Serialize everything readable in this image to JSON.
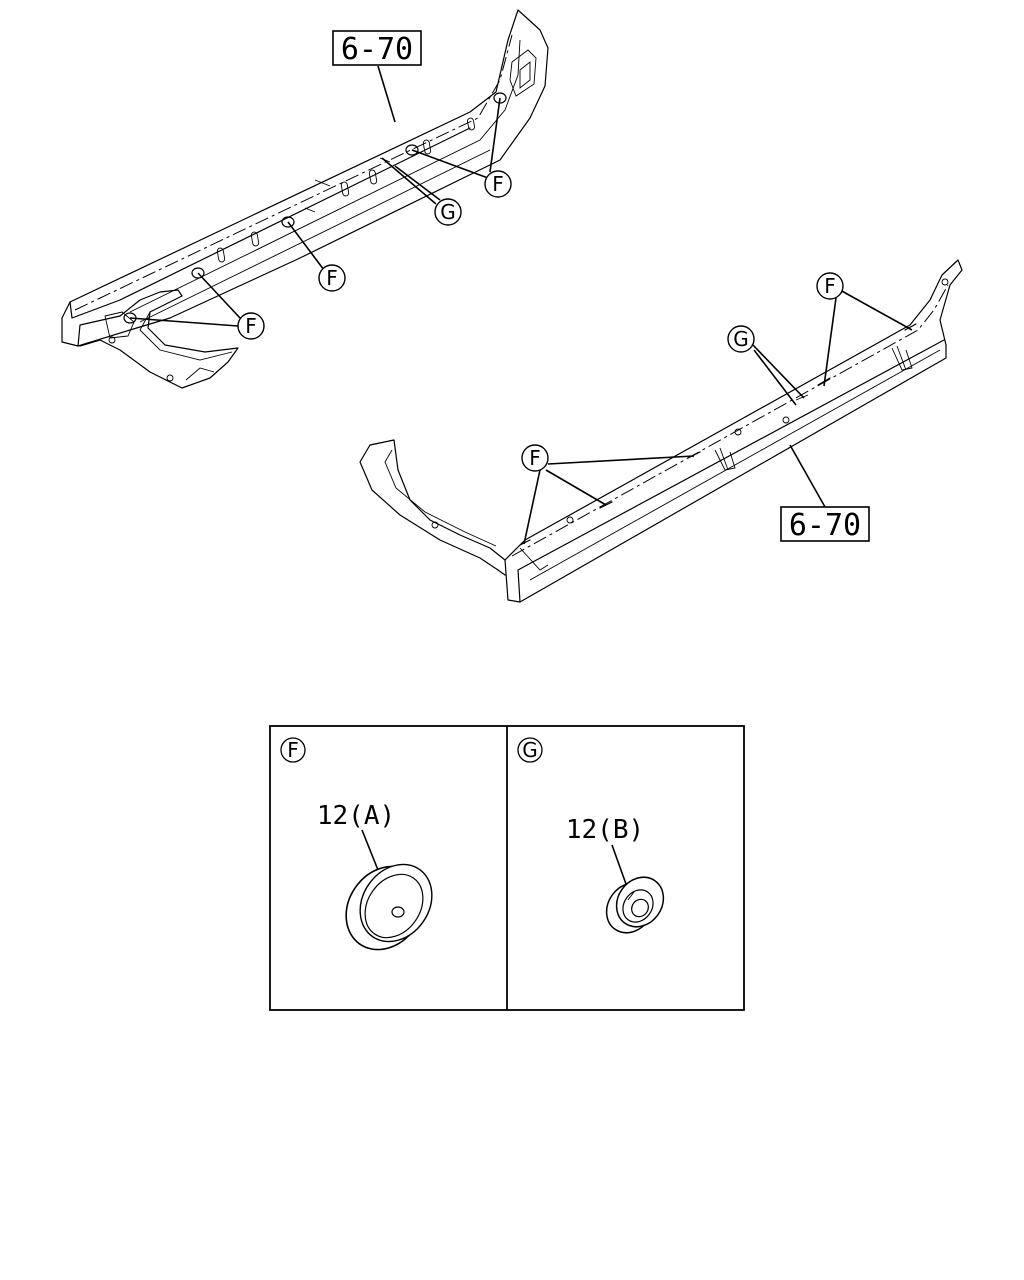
{
  "refs": {
    "top_ref": "6-70",
    "bottom_ref": "6-70"
  },
  "callouts": {
    "f": "F",
    "g": "G"
  },
  "detail": {
    "panel_f_label": "F",
    "panel_g_label": "G",
    "part_a": "12(A)",
    "part_b": "12(B)"
  }
}
